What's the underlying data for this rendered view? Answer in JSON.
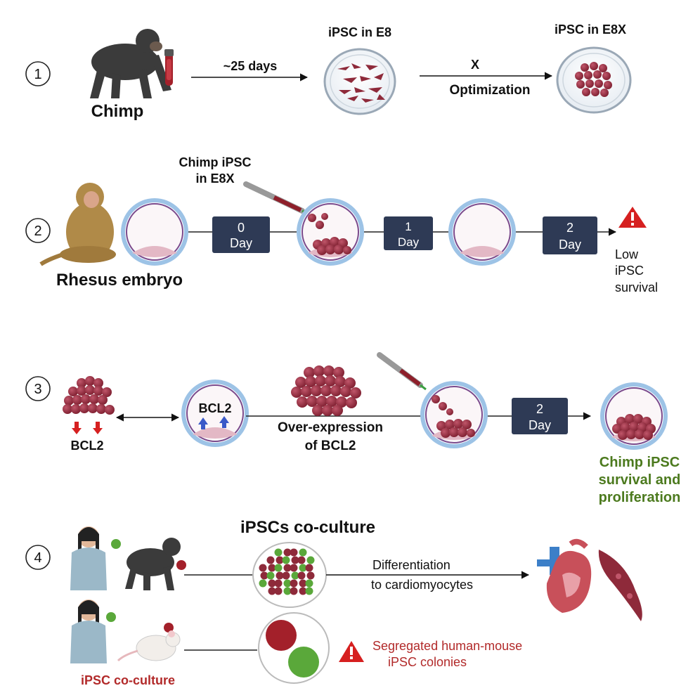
{
  "step_numbers": [
    "1",
    "2",
    "3",
    "4"
  ],
  "row1": {
    "source_label": "Chimp",
    "arrow1_label": "~25 days",
    "dish1_label": "iPSC in E8",
    "arrow2_top": "X",
    "arrow2_bottom": "Optimization",
    "dish2_label": "iPSC in E8X"
  },
  "row2": {
    "source_label": "Rhesus embryo",
    "injection_line1": "Chimp iPSC",
    "injection_line2": "in E8X",
    "box0": [
      "0",
      "Day"
    ],
    "box1": [
      "1",
      "Day"
    ],
    "box2": [
      "2",
      "Day"
    ],
    "outcome": [
      "Low",
      "iPSC",
      "survival"
    ]
  },
  "row3": {
    "left_label": "BCL2",
    "embryo_label": "BCL2",
    "overexpr_line1": "Over-expression",
    "overexpr_line2": "of BCL2",
    "box": [
      "2",
      "Day"
    ],
    "outcome": [
      "Chimp iPSC",
      "survival and",
      "proliferation"
    ]
  },
  "row4": {
    "title": "iPSCs co-culture",
    "diff_line1": "Differentiation",
    "diff_line2": "to cardiomyocytes",
    "warning_line1": "Segregated human-mouse",
    "warning_line2": "iPSC colonies",
    "bottom_label": "iPSC co-culture"
  },
  "colors": {
    "cell_red": "#8e2a3a",
    "dark_box": "#2e3a55",
    "membrane_blue": "#9dc3e6",
    "membrane_purple": "#7a4a8c",
    "warning_red": "#d62020",
    "green_text": "#4c7a1e",
    "red_text": "#b22a2a",
    "green_cell": "#5aa83a"
  }
}
